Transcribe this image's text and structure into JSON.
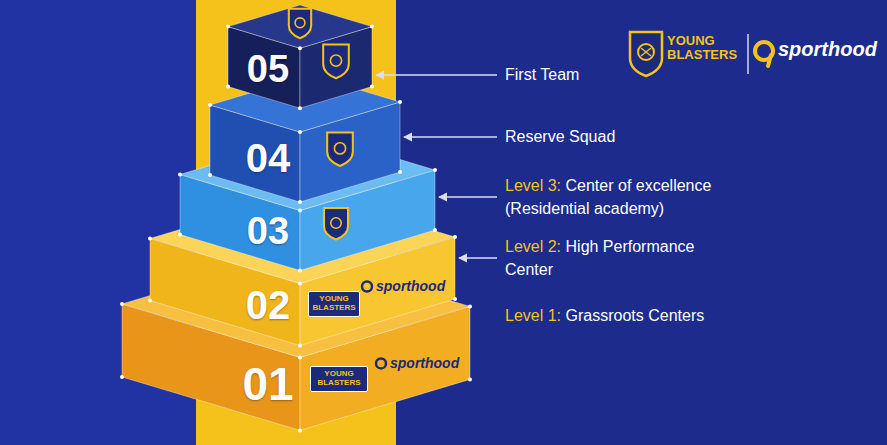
{
  "diagram": {
    "nodes": [
      {
        "text": [
          "05"
        ]
      },
      {
        "text": [
          "04"
        ]
      },
      {
        "text": [
          "03"
        ]
      },
      {
        "text": [
          "02",
          "YOUNG BLASTERS",
          "sporthood"
        ]
      },
      {
        "text": [
          "01",
          "YOUNG BLASTERS",
          "sporthood"
        ]
      },
      {
        "text": [
          "First Team"
        ]
      },
      {
        "text": [
          "Reserve Squad"
        ]
      },
      {
        "text": [
          "Level 3:",
          "Center of excellence (Residential academy)"
        ]
      },
      {
        "text": [
          "Level 2:",
          "High Performance Center"
        ]
      },
      {
        "text": [
          "Level 1:",
          "Grassroots Centers"
        ]
      }
    ],
    "edges": [
      {
        "from": 5,
        "to": 0,
        "arrow": "to"
      },
      {
        "from": 6,
        "to": 1,
        "arrow": "to"
      },
      {
        "from": 7,
        "to": 2,
        "arrow": "to"
      },
      {
        "from": 8,
        "to": 3,
        "arrow": "to"
      }
    ],
    "labels": [
      "YOUNG BLASTERS",
      "sporthood"
    ]
  }
}
